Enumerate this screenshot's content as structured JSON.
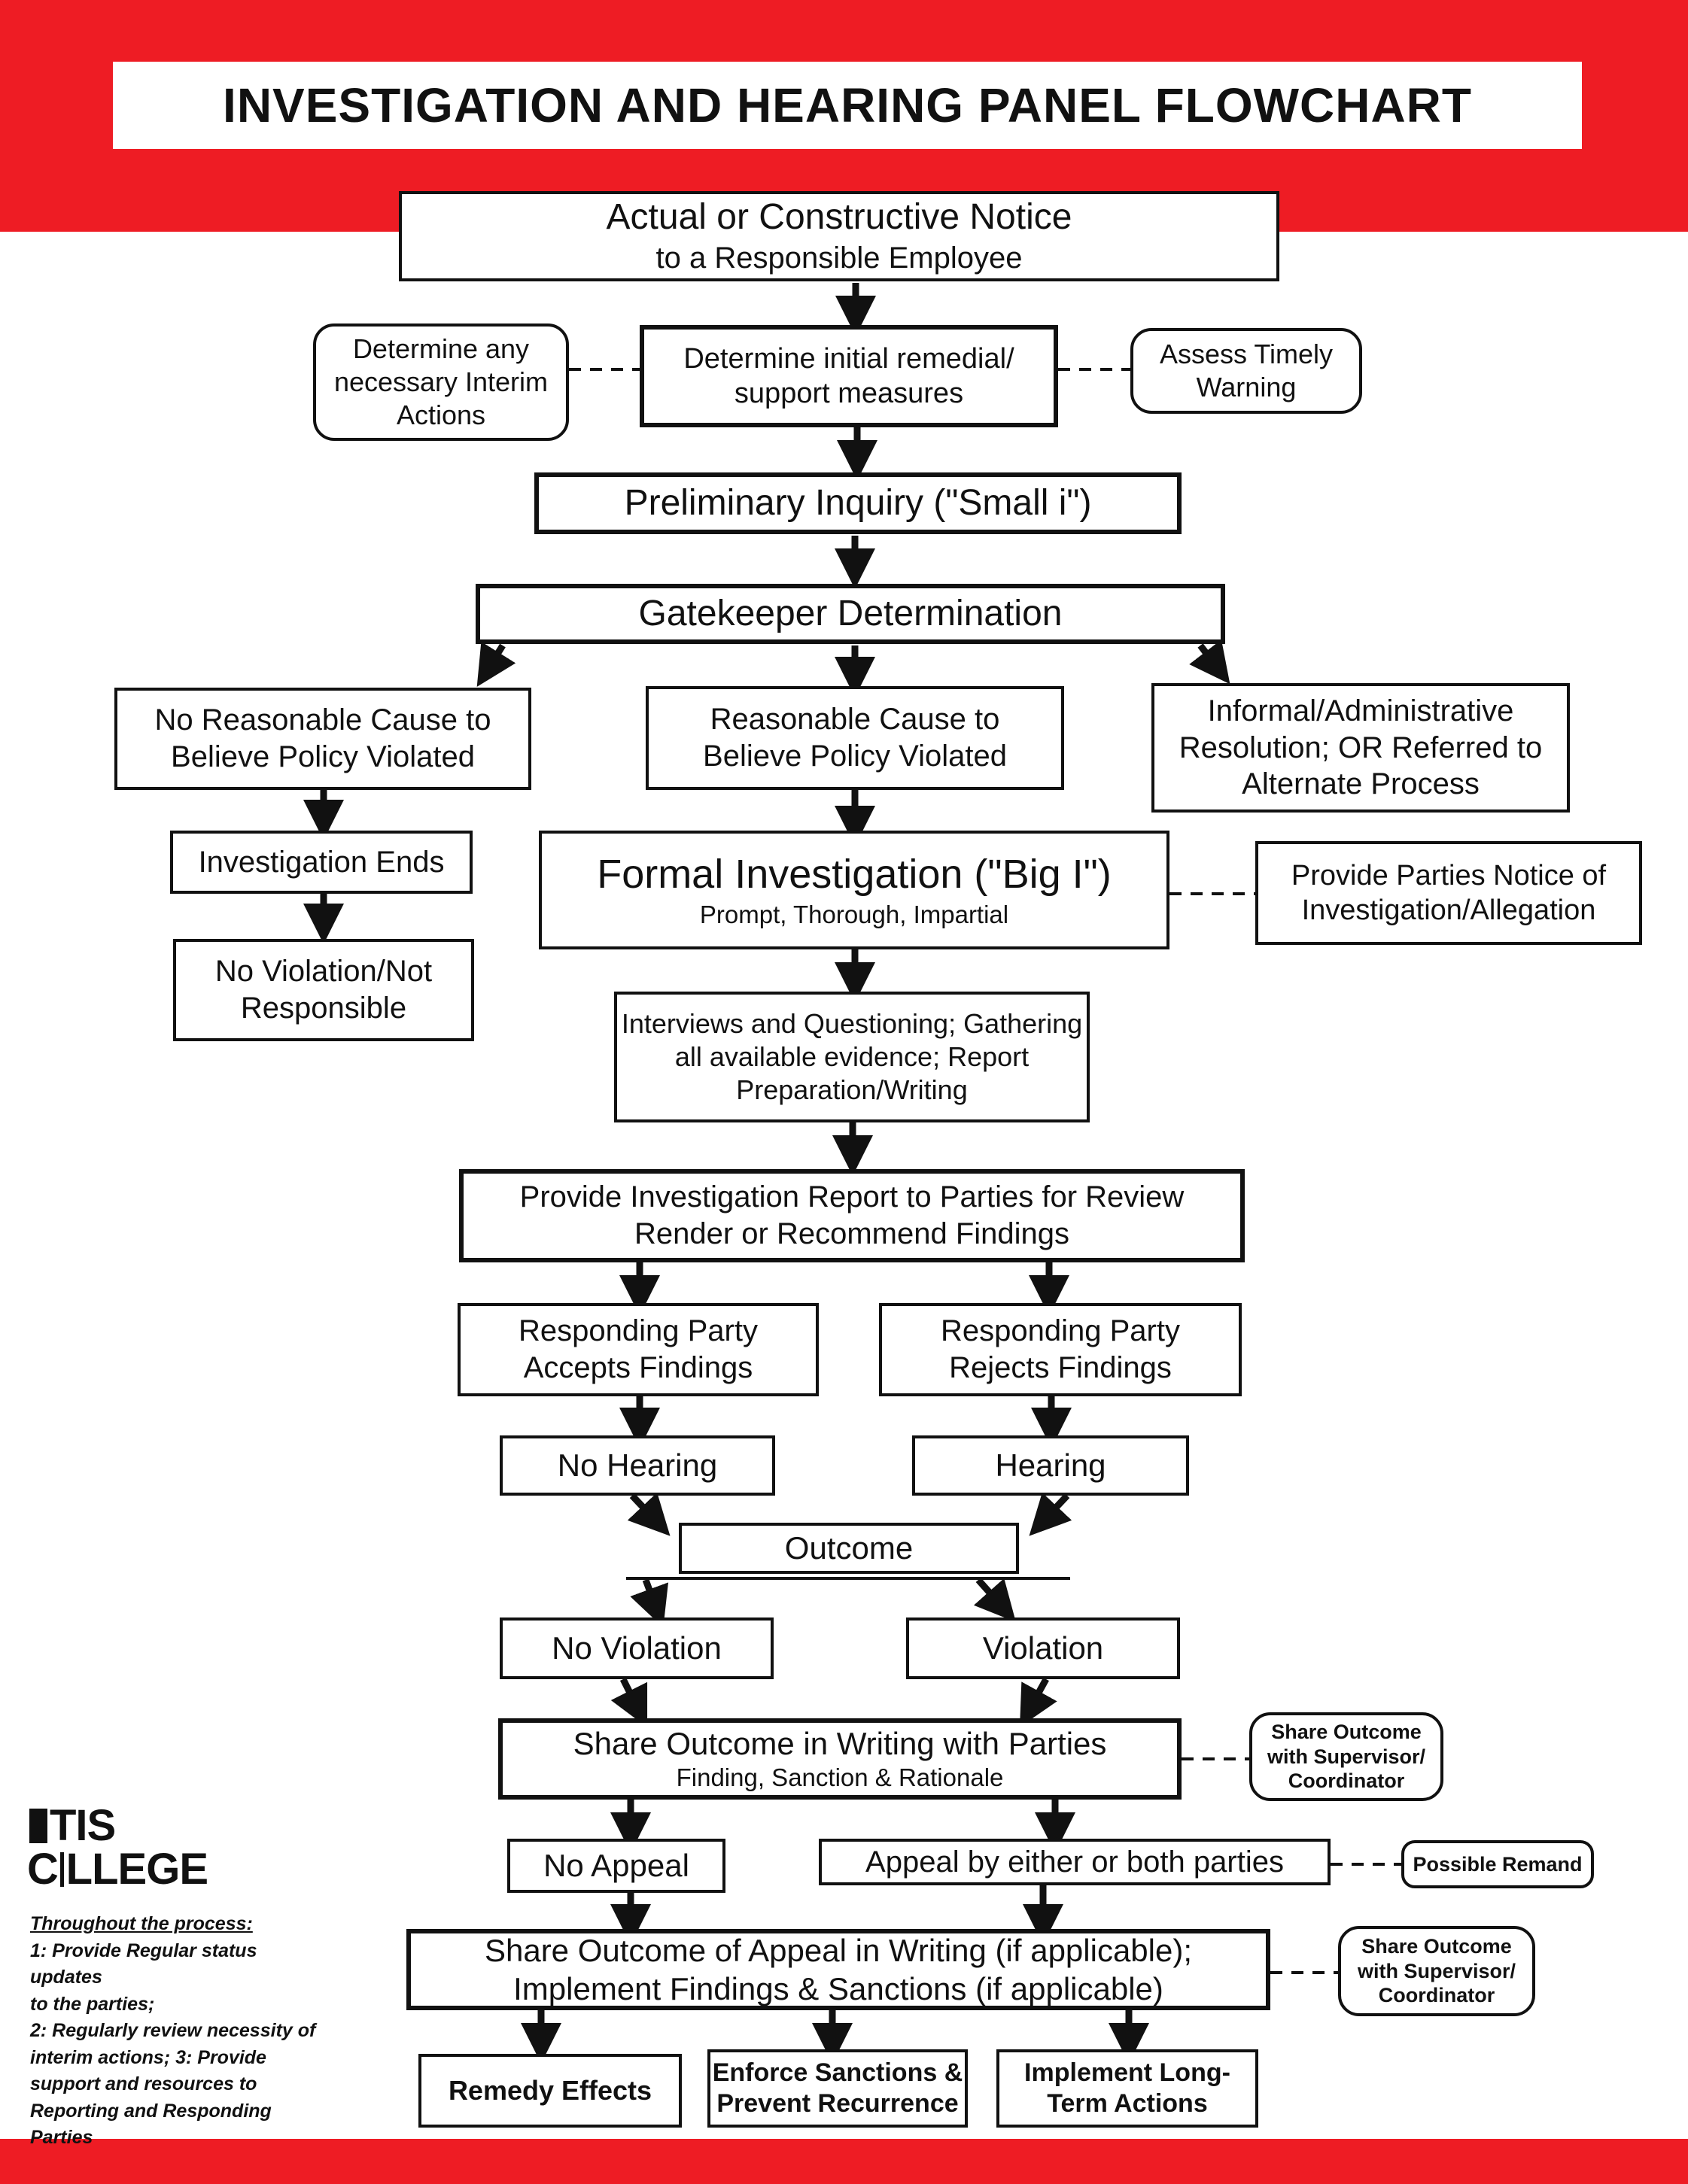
{
  "colors": {
    "brand_red": "#ee1c24",
    "ink": "#111111"
  },
  "title": "INVESTIGATION AND HEARING PANEL FLOWCHART",
  "logo": {
    "line1": "TIS",
    "line2_a": "C",
    "line2_b": "LLEGE"
  },
  "notice": {
    "line1": "Actual or Constructive Notice",
    "line2": "to a Responsible Employee"
  },
  "interim": {
    "line1": "Determine any",
    "line2": "necessary Interim",
    "line3": "Actions"
  },
  "remedial": {
    "line1": "Determine initial remedial/",
    "line2": "support measures"
  },
  "timely_warning": {
    "line1": "Assess Timely",
    "line2": "Warning"
  },
  "preliminary": "Preliminary Inquiry (\"Small i\")",
  "gatekeeper": "Gatekeeper Determination",
  "no_cause": {
    "line1": "No Reasonable Cause to",
    "line2": "Believe Policy Violated"
  },
  "cause": {
    "line1": "Reasonable Cause to",
    "line2": "Believe Policy Violated"
  },
  "informal": {
    "line1": "Informal/Administrative",
    "line2": "Resolution; OR Referred to",
    "line3": "Alternate Process"
  },
  "investigation_ends": "Investigation Ends",
  "no_violation_resp": {
    "line1": "No Violation/Not",
    "line2": "Responsible"
  },
  "formal": {
    "line1": "Formal Investigation (\"Big I\")",
    "line2": "Prompt, Thorough, Impartial"
  },
  "notice_parties": {
    "line1": "Provide Parties Notice of",
    "line2": "Investigation/Allegation"
  },
  "interviews": {
    "line1": "Interviews and Questioning; Gathering",
    "line2": "all available evidence; Report",
    "line3": "Preparation/Writing"
  },
  "report": {
    "line1": "Provide Investigation Report to Parties for Review",
    "line2": "Render or Recommend Findings"
  },
  "accepts": {
    "line1": "Responding Party",
    "line2": "Accepts Findings"
  },
  "rejects": {
    "line1": "Responding Party",
    "line2": "Rejects Findings"
  },
  "no_hearing": "No Hearing",
  "hearing": "Hearing",
  "outcome": "Outcome",
  "no_violation": "No Violation",
  "violation": "Violation",
  "share_outcome": {
    "line1": "Share Outcome in Writing with Parties",
    "line2": "Finding, Sanction & Rationale"
  },
  "share_sup_1": {
    "line1": "Share Outcome",
    "line2": "with Supervisor/",
    "line3": "Coordinator"
  },
  "no_appeal": "No Appeal",
  "appeal": "Appeal by either or both parties",
  "remand": "Possible Remand",
  "share_appeal": {
    "line1": "Share Outcome of Appeal in Writing (if applicable);",
    "line2": "Implement Findings & Sanctions (if applicable)"
  },
  "share_sup_2": {
    "line1": "Share Outcome",
    "line2": "with Supervisor/",
    "line3": "Coordinator"
  },
  "remedy": "Remedy Effects",
  "enforce": {
    "line1": "Enforce Sanctions &",
    "line2": "Prevent Recurrence"
  },
  "longterm": {
    "line1": "Implement Long-",
    "line2": "Term Actions"
  },
  "footnote": {
    "heading": "Throughout the process:",
    "l1": "1: Provide Regular status updates",
    "l2": "to the parties;",
    "l3": "2: Regularly review necessity of",
    "l4": "interim actions; 3: Provide",
    "l5": "support and resources to",
    "l6": "Reporting and Responding",
    "l7": "Parties"
  }
}
